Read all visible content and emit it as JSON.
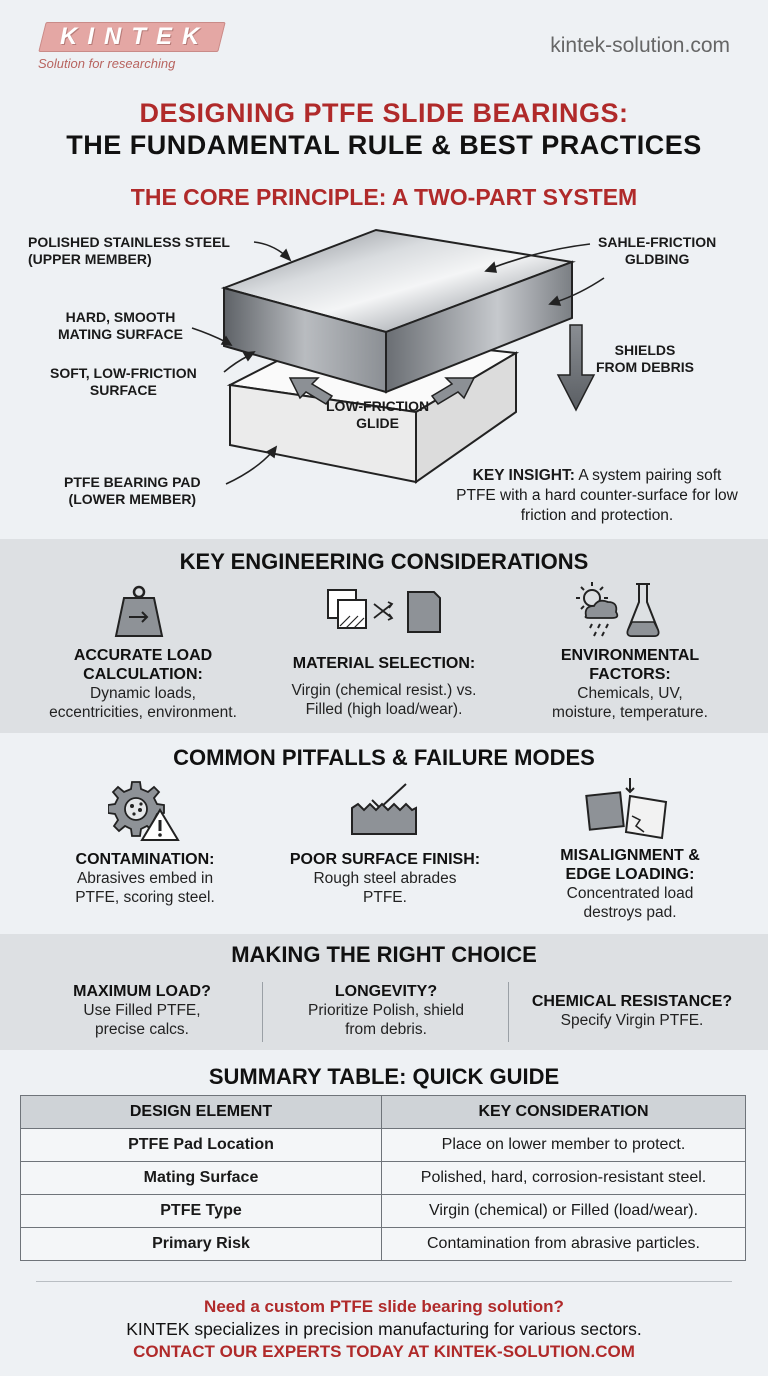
{
  "header": {
    "logo_text": "KINTEK",
    "logo_tagline": "Solution for researching",
    "site_url": "kintek-solution.com",
    "title_line1": "DESIGNING PTFE SLIDE BEARINGS:",
    "title_line2": "THE FUNDAMENTAL RULE & BEST PRACTICES"
  },
  "core": {
    "title": "THE CORE PRINCIPLE: A TWO-PART SYSTEM",
    "labels": {
      "upper_member_1": "POLISHED STAINLESS STEEL",
      "upper_member_2": "(UPPER MEMBER)",
      "hard_surface_1": "HARD, SMOOTH",
      "hard_surface_2": "MATING SURFACE",
      "soft_surface_1": "SOFT, LOW-FRICTION",
      "soft_surface_2": "SURFACE",
      "pad_1": "PTFE BEARING PAD",
      "pad_2": "(LOWER MEMBER)",
      "gliding_1": "SAHLE-FRICTION",
      "gliding_2": "GLDBING",
      "shields_1": "SHIELDS",
      "shields_2": "FROM DEBRIS",
      "glide_1": "LOW-FRICTION",
      "glide_2": "GLIDE"
    },
    "insight_bold": "KEY INSIGHT:",
    "insight_text": "A system pairing soft PTFE with a hard counter-surface for low friction and protection."
  },
  "considerations": {
    "title": "KEY ENGINEERING CONSIDERATIONS",
    "items": [
      {
        "head_1": "ACCURATE LOAD",
        "head_2": "CALCULATION:",
        "body_1": "Dynamic loads,",
        "body_2": "eccentricities, environment.",
        "icon": "weight-icon"
      },
      {
        "head_1": "MATERIAL SELECTION:",
        "body_1": "Virgin (chemical resist.) vs.",
        "body_2": "Filled (high load/wear).",
        "icon": "material-swap-icon"
      },
      {
        "head_1": "ENVIRONMENTAL",
        "head_2": "FACTORS:",
        "body_1": "Chemicals, UV,",
        "body_2": "moisture, temperature.",
        "icon": "weather-flask-icon"
      }
    ]
  },
  "pitfalls": {
    "title": "COMMON PITFALLS & FAILURE MODES",
    "items": [
      {
        "head_1": "CONTAMINATION:",
        "body_1": "Abrasives embed in",
        "body_2": "PTFE, scoring steel.",
        "icon": "gear-warning-icon"
      },
      {
        "head_1": "POOR SURFACE FINISH:",
        "body_1": "Rough steel abrades",
        "body_2": "PTFE.",
        "icon": "rough-surface-icon"
      },
      {
        "head_1": "MISALIGNMENT &",
        "head_2": "EDGE LOADING:",
        "body_1": "Concentrated load",
        "body_2": "destroys pad.",
        "icon": "cracked-block-icon"
      }
    ]
  },
  "choice": {
    "title": "MAKING THE RIGHT CHOICE",
    "items": [
      {
        "head": "MAXIMUM LOAD?",
        "body_1": "Use Filled PTFE,",
        "body_2": "precise calcs."
      },
      {
        "head": "LONGEVITY?",
        "body_1": "Prioritize Polish, shield",
        "body_2": "from debris."
      },
      {
        "head": "CHEMICAL RESISTANCE?",
        "body_1": "Specify Virgin PTFE."
      }
    ]
  },
  "summary": {
    "title": "SUMMARY TABLE: QUICK GUIDE",
    "columns": [
      "DESIGN ELEMENT",
      "KEY CONSIDERATION"
    ],
    "rows": [
      [
        "PTFE Pad Location",
        "Place on lower member to protect."
      ],
      [
        "Mating Surface",
        "Polished, hard, corrosion-resistant steel."
      ],
      [
        "PTFE Type",
        "Virgin (chemical) or Filled (load/wear)."
      ],
      [
        "Primary Risk",
        "Contamination from abrasive particles."
      ]
    ]
  },
  "footer": {
    "line1": "Need a custom PTFE slide bearing solution?",
    "line2": "KINTEK specializes in precision manufacturing for various sectors.",
    "line3": "CONTACT OUR EXPERTS TODAY AT KINTEK-SOLUTION.COM"
  },
  "colors": {
    "accent_red": "#b02a2a",
    "band_gray": "#dde0e3",
    "background": "#eef1f4"
  }
}
